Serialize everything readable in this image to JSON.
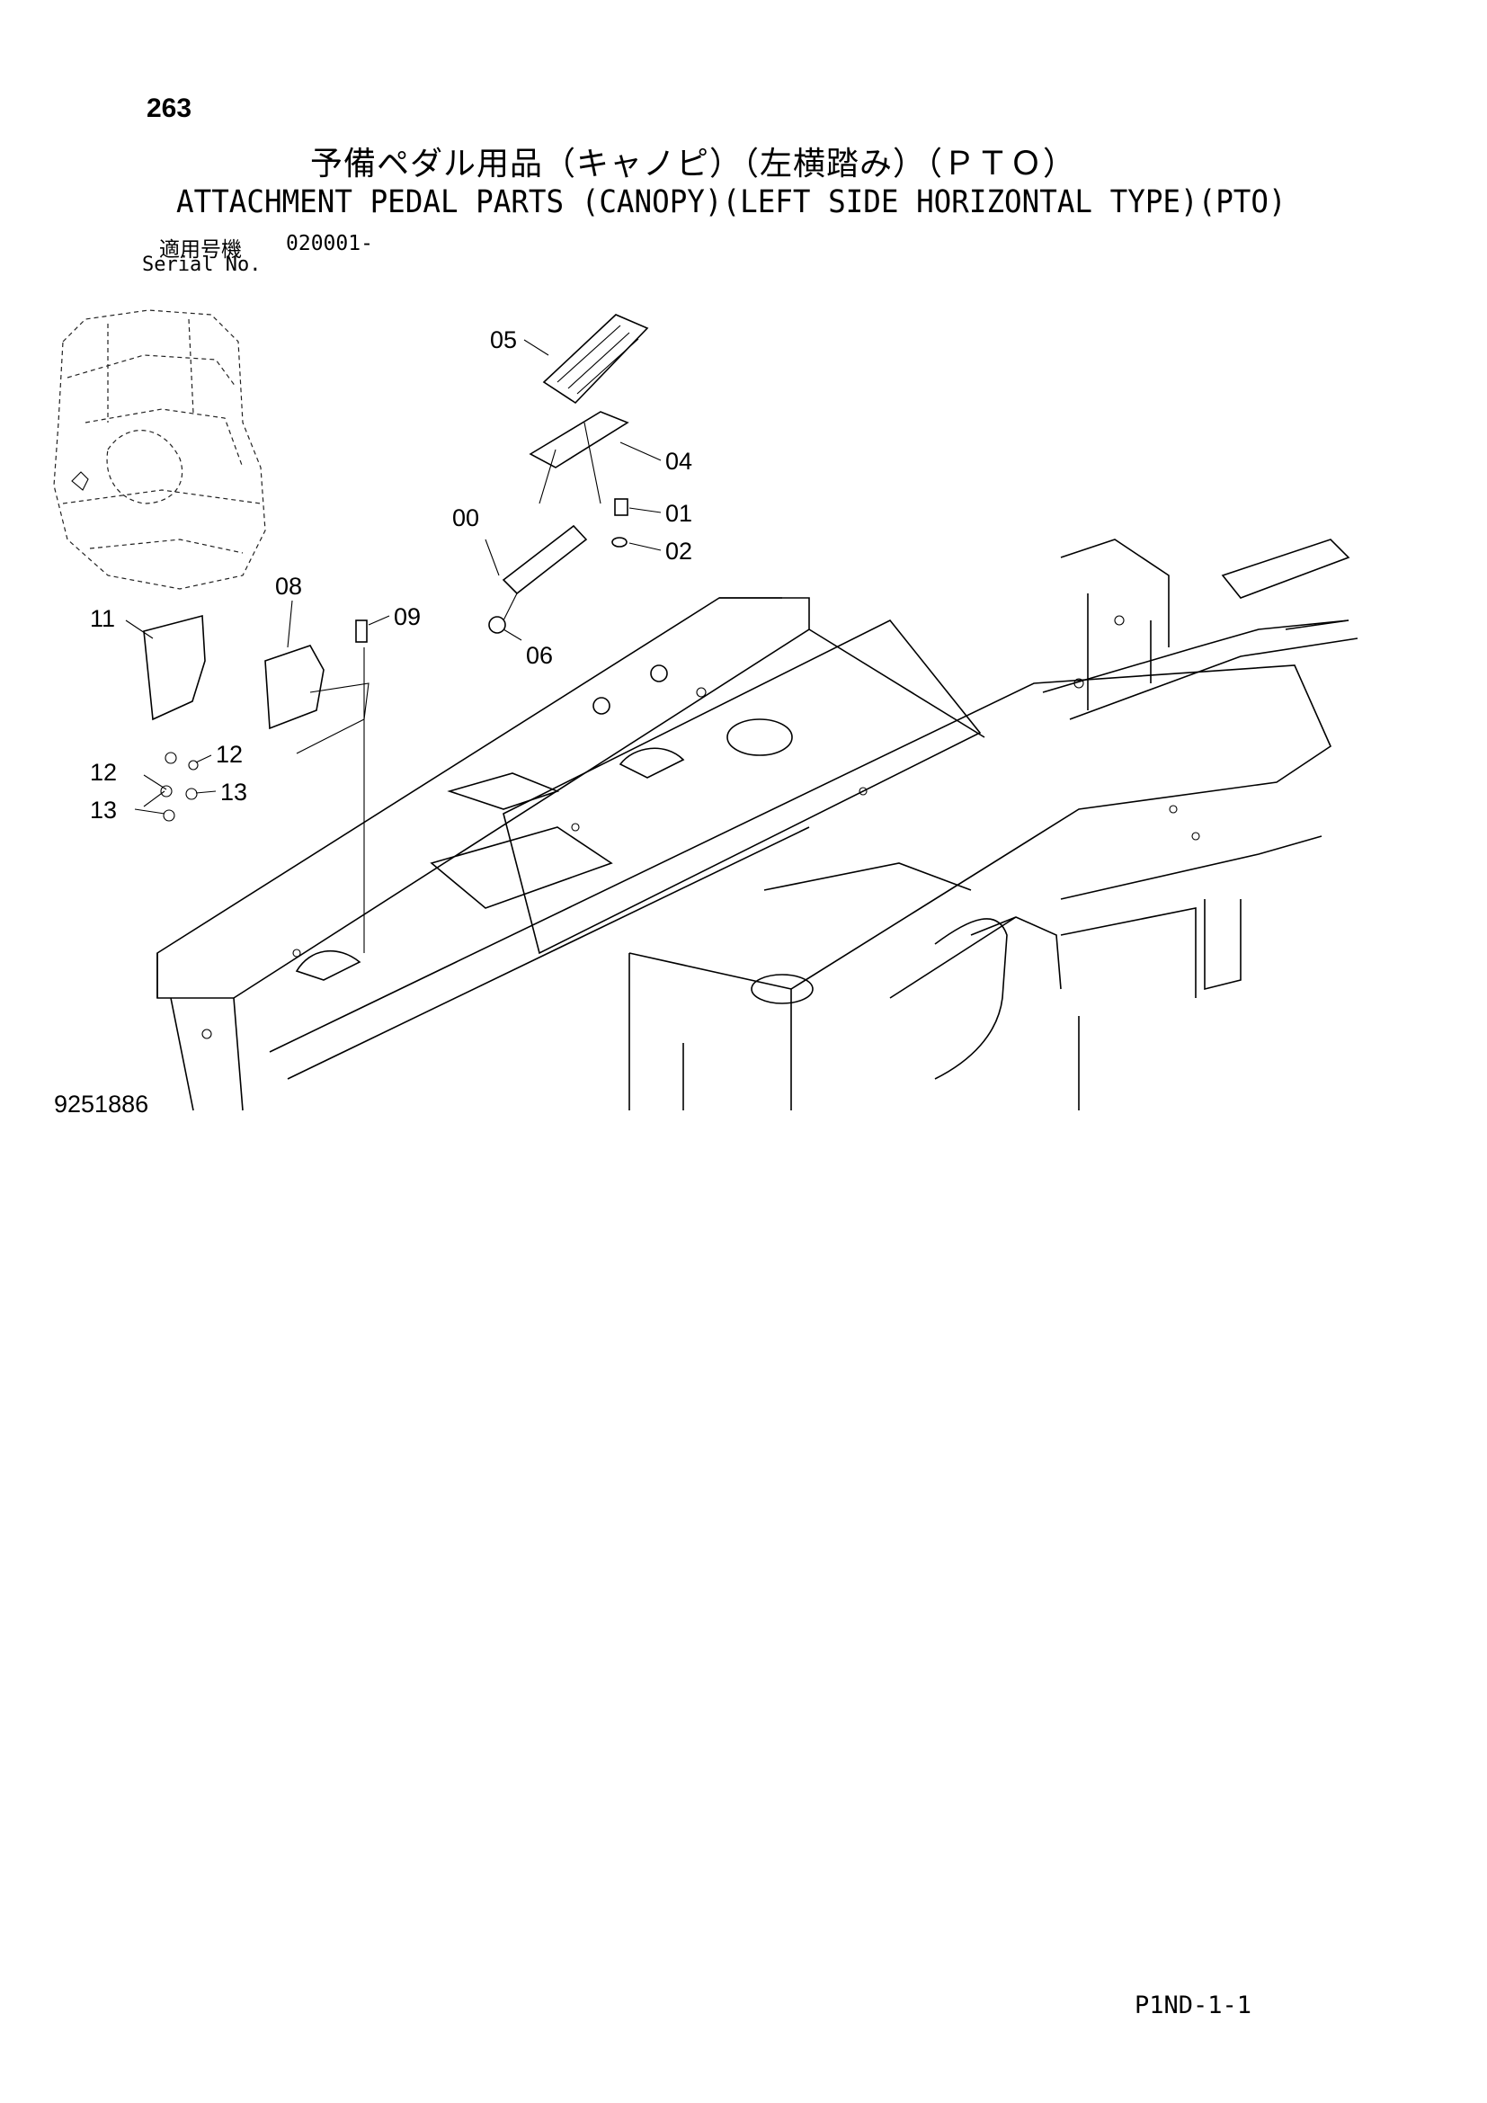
{
  "header": {
    "page_number": "263",
    "title_jp": "予備ペダル用品（キャノピ）（左横踏み）（ＰＴＯ）",
    "title_en": "ATTACHMENT PEDAL PARTS (CANOPY)(LEFT SIDE HORIZONTAL TYPE)(PTO)",
    "serial_label_jp": "適用号機",
    "serial_value": "020001-",
    "serial_label_en": "Serial No."
  },
  "diagram": {
    "illustration_number": "9251886",
    "callouts": [
      "05",
      "04",
      "00",
      "01",
      "02",
      "06",
      "08",
      "09",
      "11",
      "12",
      "12",
      "13",
      "13"
    ]
  },
  "footer": {
    "page_code": "P1ND-1-1"
  }
}
